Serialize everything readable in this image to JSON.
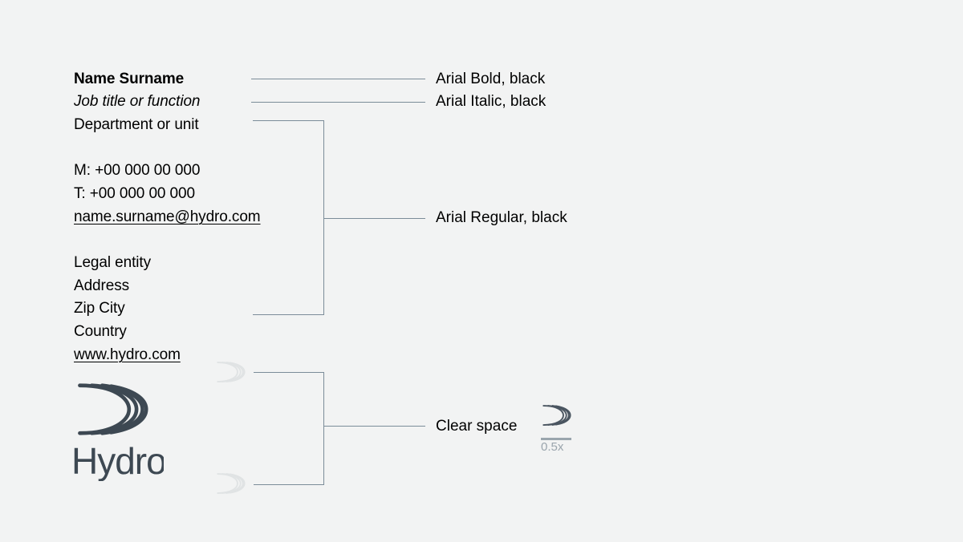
{
  "page": {
    "background_color": "#f2f3f3",
    "leader_line_color": "#7b8c99",
    "text_color": "#000000",
    "logo_color": "#3d4852",
    "ghost_color": "#e3e5e6",
    "key_gray": "#9aa5ad"
  },
  "signature": {
    "lines": [
      {
        "text": "Name Surname",
        "style": "bold"
      },
      {
        "text": "Job title or function",
        "style": "italic"
      },
      {
        "text": "Department or unit",
        "style": "regular"
      },
      {
        "text": "M: +00 000 00 000",
        "style": "regular"
      },
      {
        "text": "T: +00 000 00 000",
        "style": "regular"
      },
      {
        "text": "name.surname@hydro.com",
        "style": "underline"
      },
      {
        "text": "Legal entity",
        "style": "regular"
      },
      {
        "text": "Address",
        "style": "regular"
      },
      {
        "text": "Zip City",
        "style": "regular"
      },
      {
        "text": "Country",
        "style": "regular"
      },
      {
        "text": "www.hydro.com",
        "style": "underline"
      }
    ]
  },
  "annotations": {
    "bold_label": "Arial Bold, black",
    "italic_label": "Arial Italic, black",
    "regular_label": "Arial Regular, black",
    "clear_space_label": "Clear space"
  },
  "logo": {
    "wordmark": "Hydro",
    "mark_name": "hydro-sail-mark"
  },
  "clear_space_key": {
    "ratio_label": "0.5x"
  }
}
